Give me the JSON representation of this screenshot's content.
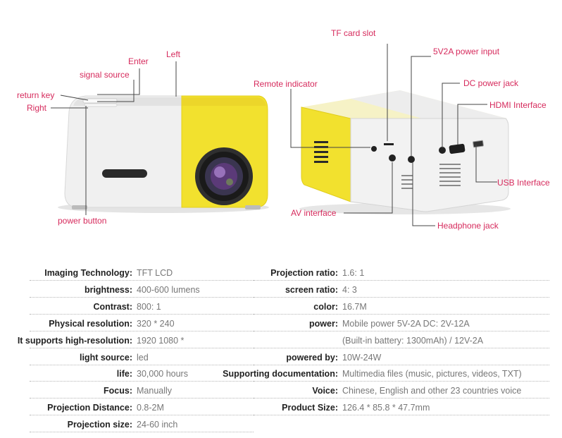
{
  "callouts_left": {
    "left": "Left",
    "enter": "Enter",
    "signal_source": "signal source",
    "return_key": "return key",
    "right": "Right",
    "power_button": "power button"
  },
  "callouts_right": {
    "tf_card_slot": "TF card slot",
    "power_input": "5V2A power input",
    "remote_indicator": "Remote indicator",
    "dc_power_jack": "DC power jack",
    "hdmi_interface": "HDMI Interface",
    "usb_interface": "USB Interface",
    "av_interface": "AV interface",
    "headphone_jack": "Headphone jack"
  },
  "specs_left": [
    {
      "label": "Imaging Technology:",
      "value": "TFT LCD"
    },
    {
      "label": "brightness:",
      "value": "400-600 lumens"
    },
    {
      "label": "Contrast:",
      "value": "800: 1"
    },
    {
      "label": "Physical resolution:",
      "value": "320 * 240"
    },
    {
      "label": "It supports high-resolution:",
      "value": "1920 1080 *"
    },
    {
      "label": "light source:",
      "value": "led"
    },
    {
      "label": "life:",
      "value": "30,000 hours"
    },
    {
      "label": "Focus:",
      "value": "Manually"
    },
    {
      "label": "Projection Distance:",
      "value": "0.8-2M"
    },
    {
      "label": "Projection size:",
      "value": "24-60 inch"
    }
  ],
  "specs_right": [
    {
      "label": "Projection ratio:",
      "value": "1.6: 1"
    },
    {
      "label": "screen ratio:",
      "value": "4: 3"
    },
    {
      "label": "color:",
      "value": "16.7M"
    },
    {
      "label": "power:",
      "value": "Mobile power 5V-2A DC: 2V-12A"
    },
    {
      "label": "",
      "value": "(Built-in battery: 1300mAh) / 12V-2A"
    },
    {
      "label": "powered by:",
      "value": "10W-24W"
    },
    {
      "label": "Supporting documentation:",
      "value": "Multimedia files (music, pictures, videos, TXT)"
    },
    {
      "label": "Voice:",
      "value": "Chinese, English and other 23 countries voice"
    },
    {
      "label": "Product Size:",
      "value": "126.4 * 85.8 * 47.7mm"
    }
  ],
  "colors": {
    "callout_text": "#d62a5c",
    "projector_yellow": "#f2e12e",
    "projector_white": "#f1f1f1",
    "spec_label": "#222222",
    "spec_value": "#777777"
  }
}
